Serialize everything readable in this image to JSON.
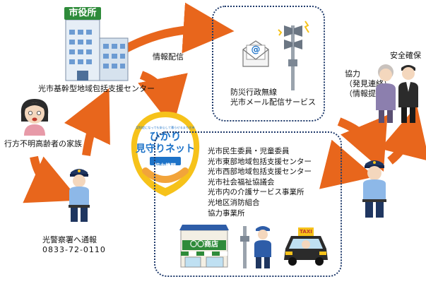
{
  "city_hall": {
    "sign": "市役所",
    "label": "光市基幹型地域包括支援センター"
  },
  "flow_label_top": "情報配信",
  "broadcast": {
    "lines": [
      "防災行政無線",
      "光市メール配信サービス"
    ],
    "email_icon_symbol": "@"
  },
  "family": {
    "label": "行方不明高齢者の家族"
  },
  "police_left": {
    "line1": "光警察署へ通報",
    "line2": "0833-72-0110"
  },
  "network_logo": {
    "top_text": "認知症になっても安心して暮らせるまち光市",
    "main_line1": "ひかり",
    "main_line2": "見守りネット",
    "sub_label": "協力機関"
  },
  "organizations": [
    "光市民生委員・児童委員",
    "光市東部地域包括支援センター",
    "光市西部地域包括支援センター",
    "光市社会福祉協議会",
    "光市内の介護サービス事業所",
    "光地区消防組合",
    "協力事業所"
  ],
  "shop": {
    "sign": "〇〇商店"
  },
  "taxi": {
    "sign": "TAXI"
  },
  "cooperation": {
    "title": "協力",
    "lines": [
      "（発見連絡）",
      "（情報提供）"
    ]
  },
  "safety_label": "安全確保",
  "colors": {
    "arrow": "#e8661c",
    "box_border": "#1f3a6b",
    "building_roof": "#2e8b3a",
    "logo_blue": "#1e73c8",
    "logo_yellow": "#f6c21a",
    "police_blue": "#2a4c8c"
  }
}
